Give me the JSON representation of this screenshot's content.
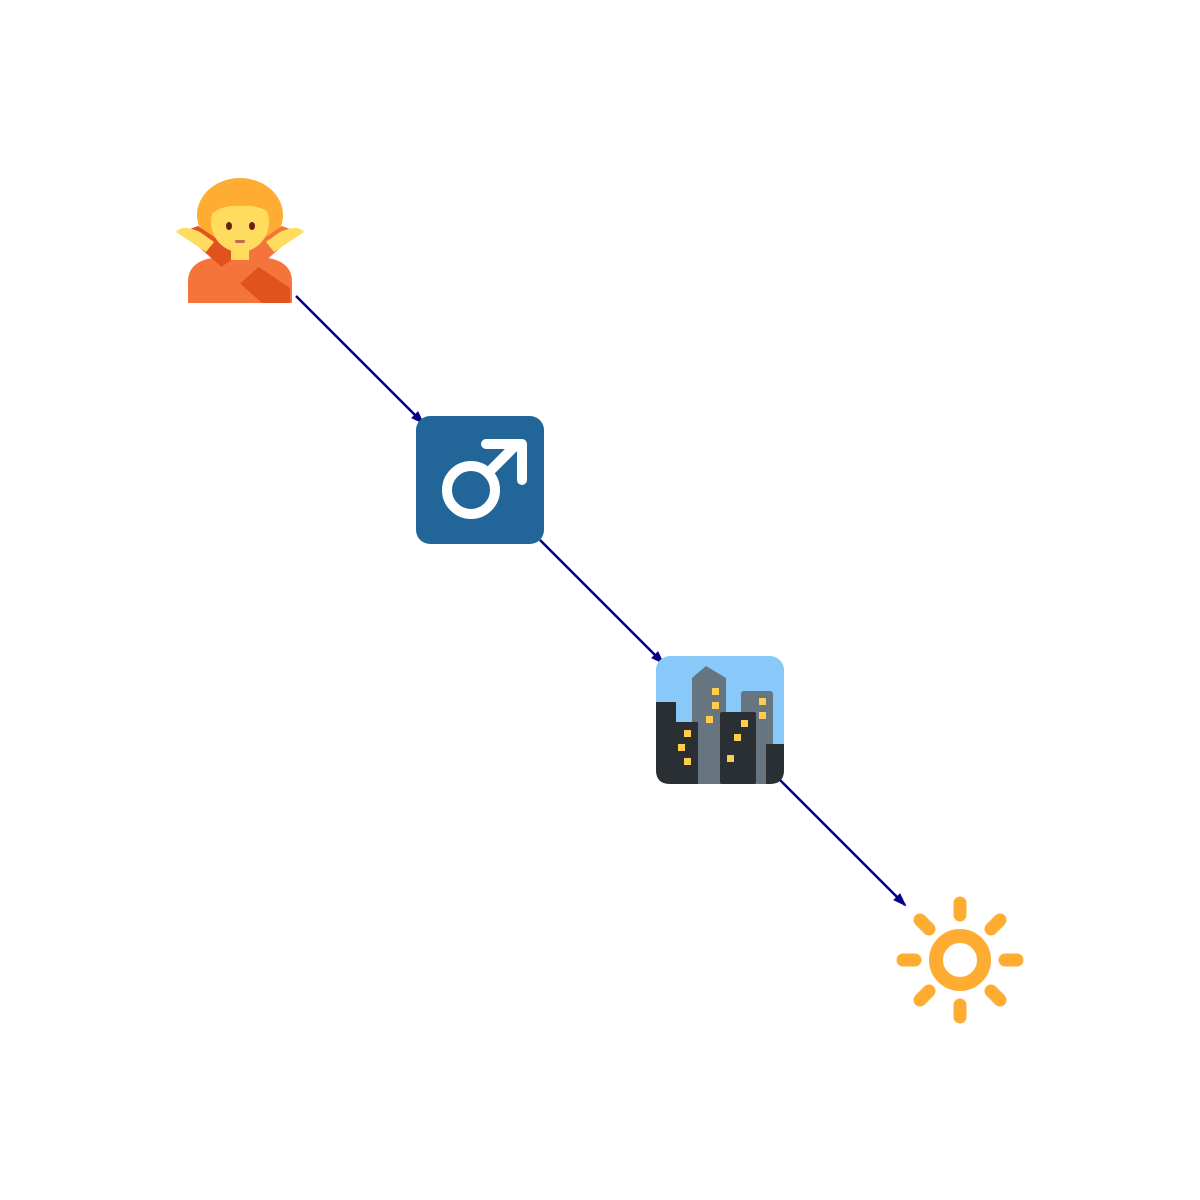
{
  "diagram": {
    "nodes": [
      {
        "id": "n1",
        "icon": "person-gesturing-no-icon"
      },
      {
        "id": "n2",
        "icon": "male-sign-icon"
      },
      {
        "id": "n3",
        "icon": "night-city-icon"
      },
      {
        "id": "n4",
        "icon": "sun-bright-icon"
      }
    ],
    "edges": [
      {
        "from": "n1",
        "to": "n2"
      },
      {
        "from": "n2",
        "to": "n3"
      },
      {
        "from": "n3",
        "to": "n4"
      }
    ],
    "colors": {
      "edge": "#00008b",
      "male_tile": "#226699",
      "sky": "#88c9f9",
      "sun": "#ffac33",
      "skin": "#ffdc5d",
      "hair": "#ffac33",
      "shirt": "#f4743b",
      "shirt_dark": "#e0531f",
      "building_dark": "#292f33",
      "building_gray": "#66757f",
      "window": "#ffcc4d"
    }
  }
}
